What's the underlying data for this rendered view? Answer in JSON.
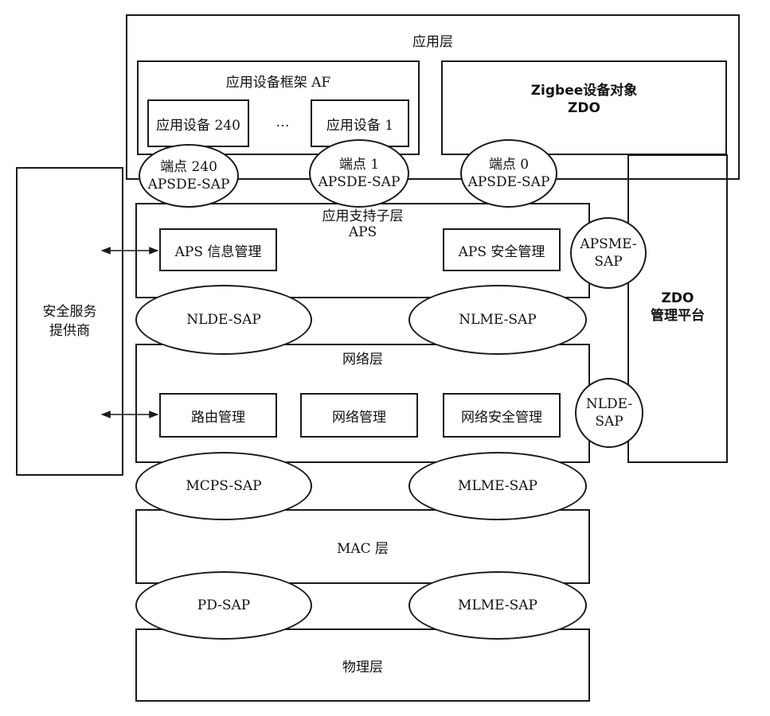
{
  "app_layer": {
    "title": "应用层",
    "af_title": "应用设备框架 AF",
    "device_240": "应用设备 240",
    "device_ellipsis": "…",
    "device_1": "应用设备 1",
    "zdo_line1": "Zigbee设备对象",
    "zdo_line2": "ZDO"
  },
  "endpoints": {
    "ep240_line1": "端点 240",
    "ep240_line2": "APSDE-SAP",
    "ep1_line1": "端点 1",
    "ep1_line2": "APSDE-SAP",
    "ep0_line1": "端点 0",
    "ep0_line2": "APSDE-SAP"
  },
  "security_provider": {
    "line1": "安全服务",
    "line2": "提供商"
  },
  "aps_layer": {
    "title_line1": "应用支持子层",
    "title_line2": "APS",
    "info_mgmt": "APS 信息管理",
    "security_mgmt": "APS 安全管理",
    "apsme_line1": "APSME-",
    "apsme_line2": "SAP"
  },
  "zdo_platform": {
    "line1": "ZDO",
    "line2": "管理平台"
  },
  "nwk_saps": {
    "nlde": "NLDE-SAP",
    "nlme": "NLME-SAP"
  },
  "network_layer": {
    "title": "网络层",
    "routing_mgmt": "路由管理",
    "network_mgmt": "网络管理",
    "network_security_mgmt": "网络安全管理",
    "nlde_line1": "NLDE-",
    "nlde_line2": "SAP"
  },
  "mac_saps": {
    "mcps": "MCPS-SAP",
    "mlme": "MLME-SAP"
  },
  "mac_layer": {
    "title": "MAC 层"
  },
  "phy_saps": {
    "pd": "PD-SAP",
    "mlme": "MLME-SAP"
  },
  "phy_layer": {
    "title": "物理层"
  }
}
